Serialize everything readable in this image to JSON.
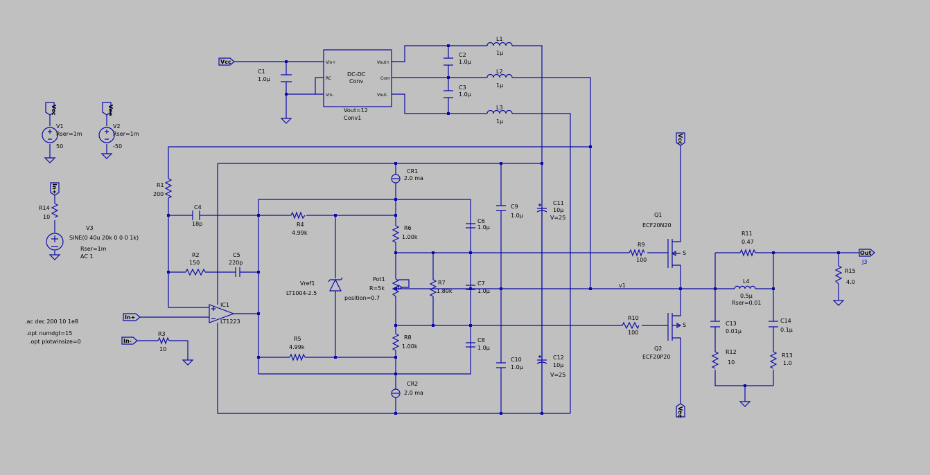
{
  "labels": {
    "V1": "V1",
    "V1_rser": "Rser=1m",
    "V1_val": "50",
    "V2": "V2",
    "V2_rser": "Rser=1m",
    "V2_val": "-50",
    "R14": "R14",
    "R14_val": "10",
    "V3": "V3",
    "V3_val": "SINE(0 40u 20k 0 0 0 1k)",
    "V3_rser": "Rser=1m",
    "V3_ac": "AC 1",
    "dir1": ".ac dec 200 10 1e8",
    "dir2": ".opt numdgt=15",
    "dir3": ".opt plotwinsize=0",
    "C1": "C1",
    "C1_val": "1.0µ",
    "conv_title1": "DC-DC",
    "conv_title2": "Conv",
    "conv_vout": "Vout=12",
    "conv_name": "Conv1",
    "pin_vinp": "Vin+",
    "pin_rc": "RC",
    "pin_vinm": "Vin-",
    "pin_voutp": "Vout+",
    "pin_com": "Com",
    "pin_voutm": "Vout-",
    "C2": "C2",
    "C2_val": "1.0µ",
    "C3": "C3",
    "C3_val": "1.0µ",
    "L1": "L1",
    "L1_val": "1µ",
    "L2": "L2",
    "L2_val": "1µ",
    "L3": "L3",
    "L3_val": "1µ",
    "R1": "R1",
    "R1_val": "200",
    "C4": "C4",
    "C4_val": "18p",
    "R2": "R2",
    "R2_val": "150",
    "C5": "C5",
    "C5_val": "220p",
    "IC1": "IC1",
    "IC1_val": "LT1223",
    "R3": "R3",
    "R3_val": "10",
    "R4": "R4",
    "R4_val": "4.99k",
    "R5": "R5",
    "R5_val": "4.99k",
    "Vref1": "Vref1",
    "Vref1_val": "LT1004-2.5",
    "CR1": "CR1",
    "CR1_val": "2.0 ma",
    "CR2": "CR2",
    "CR2_val": "2.0 ma",
    "R6": "R6",
    "R6_val": "1.00k",
    "R8": "R8",
    "R8_val": "1.00k",
    "Pot1": "Pot1",
    "Pot1_r": "R=5k",
    "Pot1_pos": "position=0.7",
    "R7": "R7",
    "R7_val": "1.80k",
    "C6": "C6",
    "C6_val": "1.0µ",
    "C7": "C7",
    "C7_val": "1.0µ",
    "C8": "C8",
    "C8_val": "1.0µ",
    "C9": "C9",
    "C9_val": "1.0µ",
    "C10": "C10",
    "C10_val": "1.0µ",
    "C11": "C11",
    "C11_val": "10µ",
    "C11_v": "V=25",
    "C12": "C12",
    "C12_val": "10µ",
    "C12_v": "V=25",
    "R9": "R9",
    "R9_val": "100",
    "R10": "R10",
    "R10_val": "100",
    "Q1": "Q1",
    "Q1_val": "ECF20N20",
    "Q2": "Q2",
    "Q2_val": "ECF20P20",
    "S": "S",
    "v1": "v1",
    "R11": "R11",
    "R11_val": "0.47",
    "L4": "L4",
    "L4_val": "0.5µ",
    "L4_rser": "Rser=0.01",
    "C13": "C13",
    "C13_val": "0.01µ",
    "C14": "C14",
    "C14_val": "0.1µ",
    "R12": "R12",
    "R12_val": "10",
    "R13": "R13",
    "R13_val": "1.0",
    "R15": "R15",
    "R15_val": "4.0",
    "J3": "J3"
  },
  "flags": {
    "vcc": "Vcc",
    "vee": "Vee",
    "inp": "In+",
    "inm": "In-",
    "out": "Out"
  }
}
